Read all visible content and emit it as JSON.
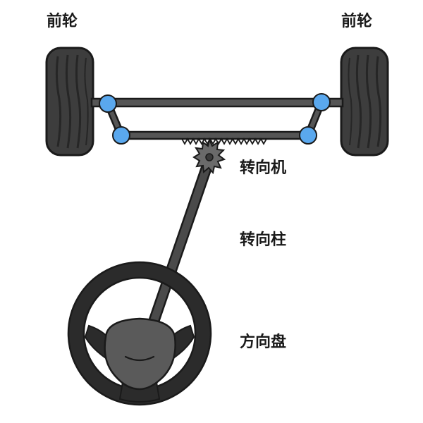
{
  "labels": {
    "front_wheel_left": "前轮",
    "front_wheel_right": "前轮",
    "steering_gear": "转向机",
    "steering_column": "转向柱",
    "steering_wheel": "方向盘"
  },
  "colors": {
    "outline": "#1a1a1a",
    "tire": "#3d3d3d",
    "tire_tread": "#262626",
    "rod": "#555555",
    "column": "#4a4a4a",
    "wheel_rim": "#2b2b2b",
    "wheel_hub": "#5a5a5a",
    "joint": "#5aa8ee",
    "gear": "#6a6a6a",
    "background": "#ffffff"
  }
}
